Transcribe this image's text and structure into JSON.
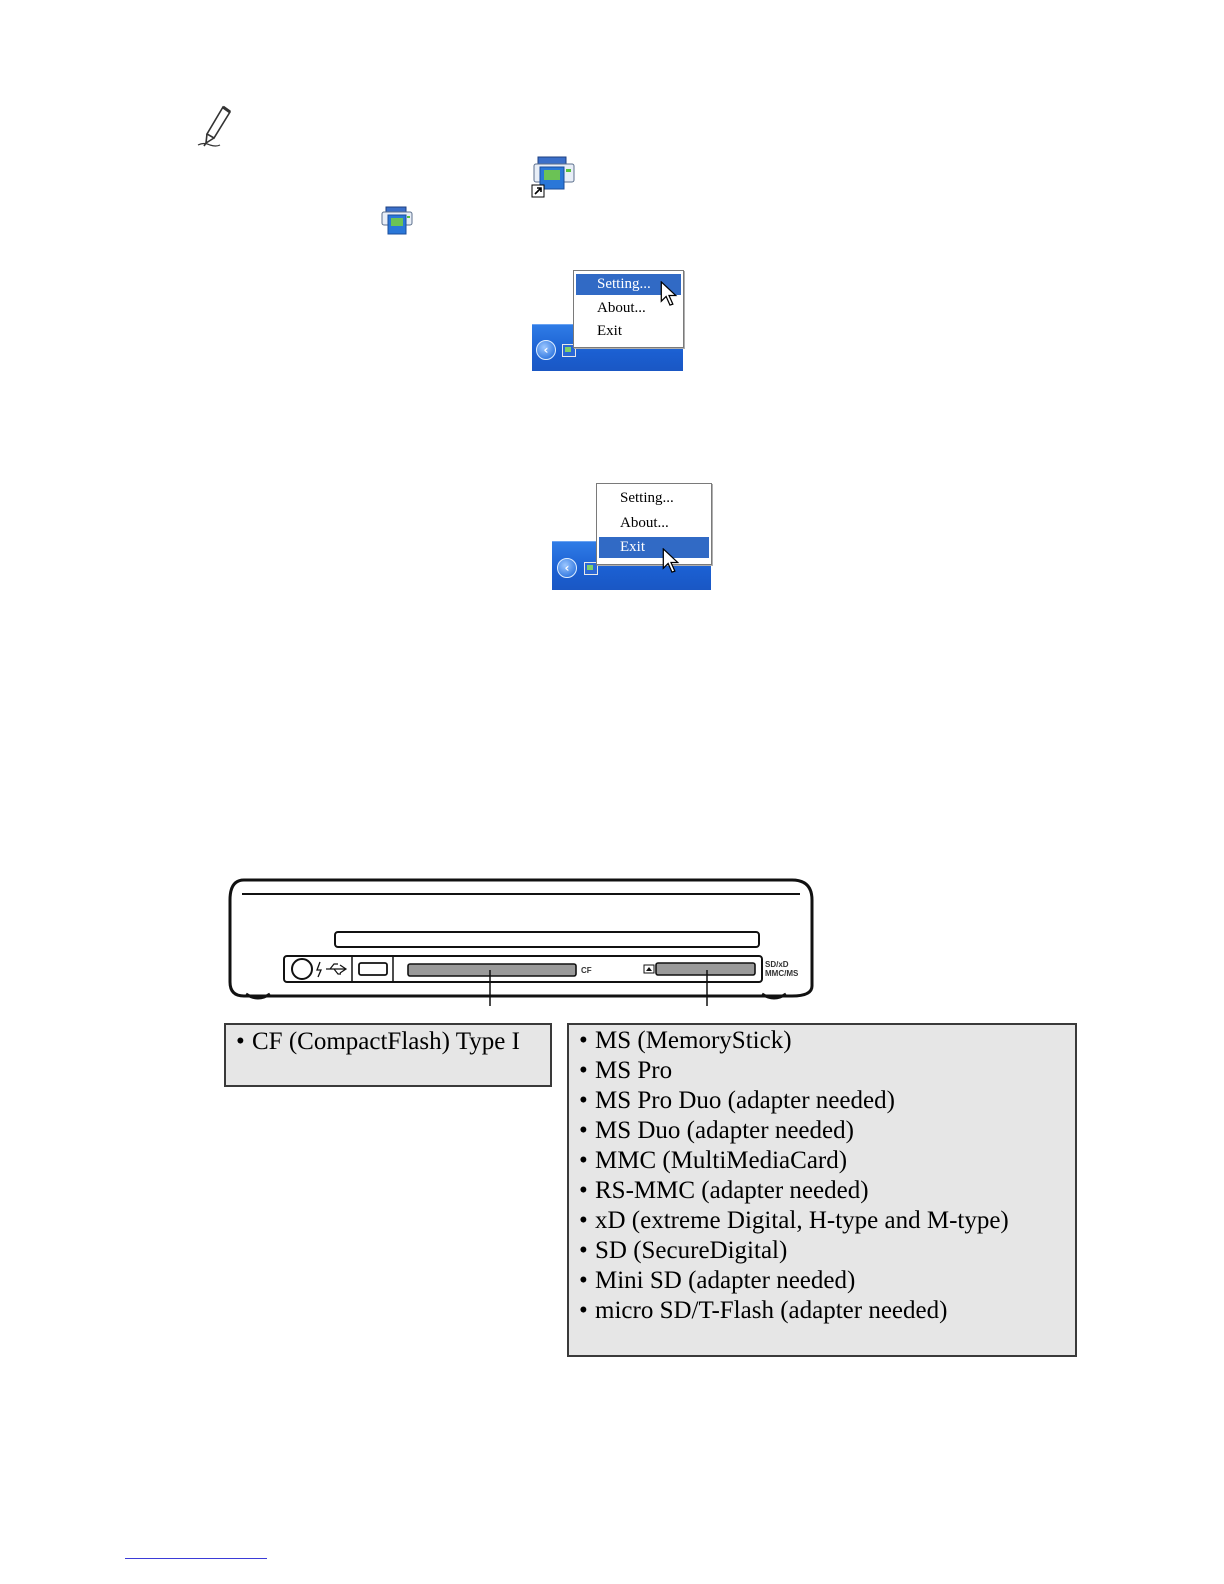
{
  "menus": {
    "setting_menu": {
      "items": [
        {
          "label": "Setting...",
          "selected": true
        },
        {
          "label": "About...",
          "selected": false
        },
        {
          "label": "Exit",
          "selected": false
        }
      ]
    },
    "exit_menu": {
      "items": [
        {
          "label": "Setting...",
          "selected": false
        },
        {
          "label": "About...",
          "selected": false
        },
        {
          "label": "Exit",
          "selected": true
        }
      ]
    }
  },
  "icons": {
    "note": "pencil-icon",
    "shortcut": "photo-printer-shortcut-icon",
    "tray": "photo-printer-icon",
    "pointer": "mouse-pointer-icon"
  },
  "device": {
    "slot_labels": {
      "cf": "CF",
      "sd": "SD/xD\nMMC/MS"
    }
  },
  "cf_box": {
    "items": [
      "CF (CompactFlash) Type I"
    ]
  },
  "ms_box": {
    "items": [
      "MS (MemoryStick)",
      "MS Pro",
      "MS Pro Duo (adapter needed)",
      "MS Duo (adapter needed)",
      "MMC (MultiMediaCard)",
      "RS-MMC (adapter needed)",
      "xD (extreme Digital, H-type and M-type)",
      "SD (SecureDigital)",
      "Mini SD (adapter needed)",
      "micro SD/T-Flash (adapter needed)"
    ]
  },
  "colors": {
    "menu_highlight": "#316ac5",
    "taskbar": "#1b5fd1",
    "box_fill": "#e6e6e6"
  }
}
